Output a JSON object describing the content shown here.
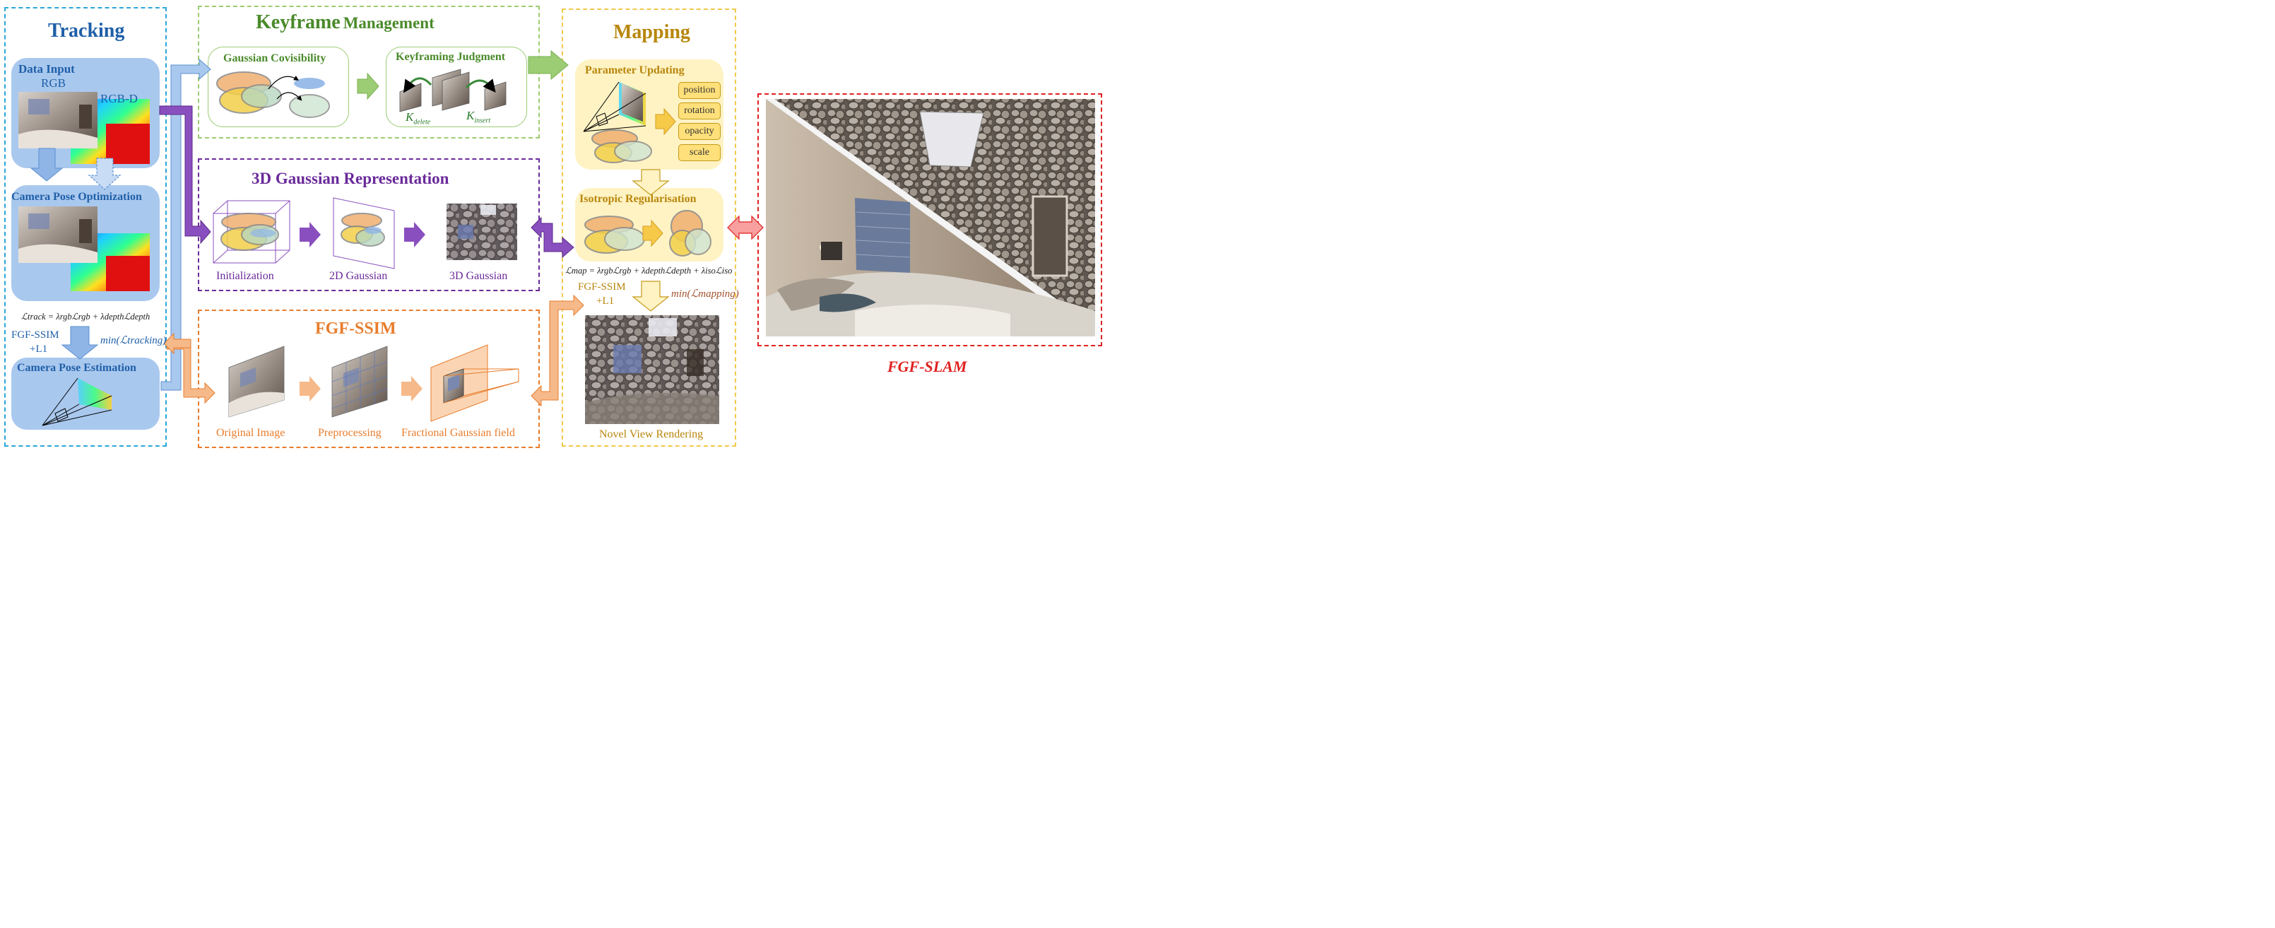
{
  "tracking": {
    "title": "Tracking",
    "data_input": {
      "title": "Data Input",
      "rgb": "RGB",
      "rgbd": "RGB-D"
    },
    "camera_pose_optimization": "Camera Pose Optimization",
    "loss": "ℒtrack = λrgbℒrgb + λdepthℒdepth",
    "fgf_ssim_l1": [
      "FGF-SSIM",
      "+L1"
    ],
    "min_loss": "min(ℒtracking)",
    "camera_pose_estimation": "Camera Pose Estimation"
  },
  "keyframe": {
    "title_a": "Keyframe",
    "title_b": "Management",
    "gaussian_covisibility": "Gaussian Covisibility",
    "keyframing_judgment": "Keyframing Judgment",
    "k_delete": "K",
    "k_delete_sub": "delete",
    "k_insert": "K",
    "k_insert_sub": "insert"
  },
  "representation": {
    "title": "3D Gaussian Representation",
    "steps": [
      "Initialization",
      "2D Gaussian",
      "3D Gaussian"
    ]
  },
  "fgf_ssim": {
    "title": "FGF-SSIM",
    "steps": [
      "Original Image",
      "Preprocessing",
      "Fractional Gaussian field"
    ]
  },
  "mapping": {
    "title": "Mapping",
    "parameter_updating": "Parameter Updating",
    "params": [
      "position",
      "rotation",
      "opacity",
      "scale"
    ],
    "isotropic_regularisation": "Isotropic Regularisation",
    "loss": "ℒmap = λrgbℒrgb + λdepthℒdepth + λisoℒiso",
    "fgf_ssim_l1": [
      "FGF-SSIM",
      "+L1"
    ],
    "min_loss": "min(ℒmapping)",
    "novel_view_rendering": "Novel View Rendering"
  },
  "result": {
    "caption": "FGF-SLAM"
  },
  "colors": {
    "tracking": "#2aa7d9",
    "tracking_text": "#1f5fa8",
    "keyframe": "#8fc46a",
    "keyframe_text": "#4a8a2a",
    "representation": "#6a2a9a",
    "fgf": "#e87d2d",
    "mapping": "#f2c94c",
    "mapping_text": "#b8860b",
    "result": "#e02020"
  }
}
